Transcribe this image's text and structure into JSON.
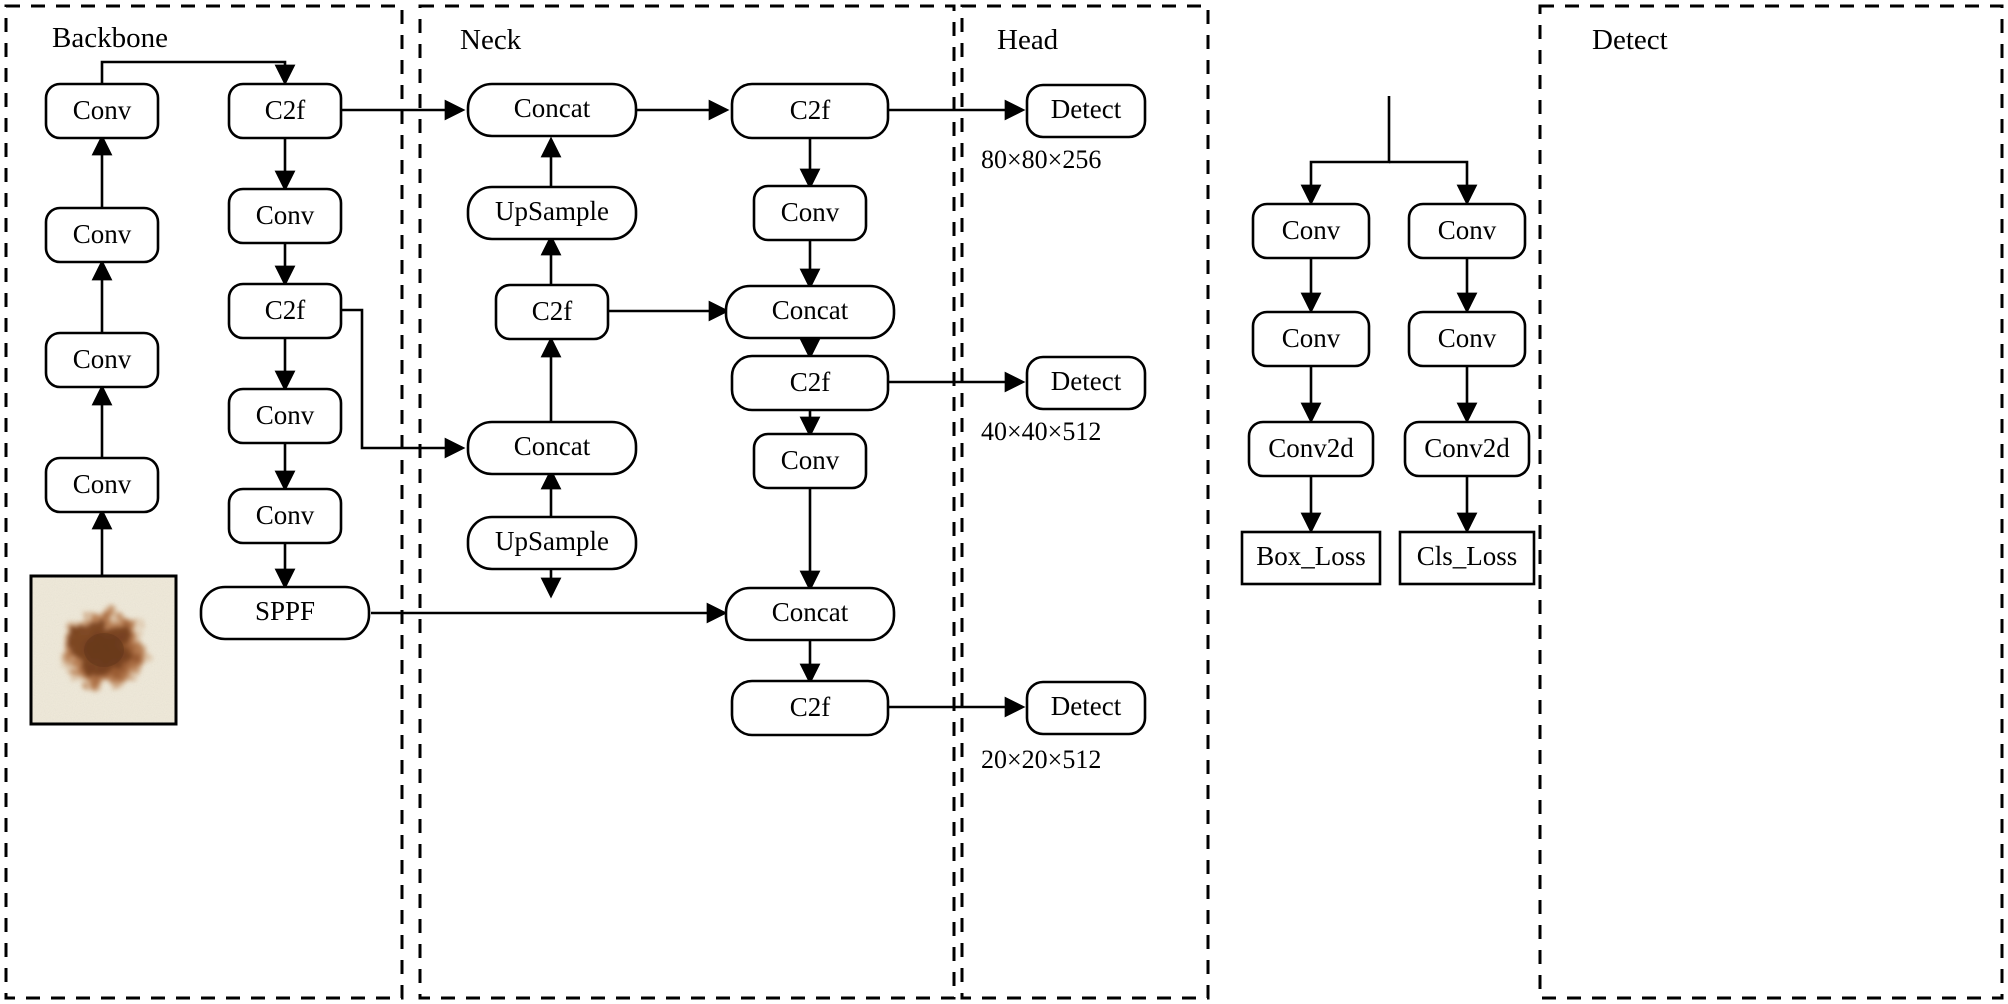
{
  "figure": {
    "kind": "neural-network-architecture-diagram",
    "panels": [
      {
        "id": "backbone",
        "title": "Backbone"
      },
      {
        "id": "neck",
        "title": "Neck"
      },
      {
        "id": "head",
        "title": "Head"
      },
      {
        "id": "detect",
        "title": "Detect"
      }
    ]
  },
  "backbone": {
    "title": "Backbone",
    "input_image": {
      "name": "dermoscopic-skin-lesion",
      "description": "brown pigmented skin lesion on pale skin",
      "skin_color": "#efe9d9",
      "lesion_color": "#8a4b2a"
    },
    "left_column": [
      {
        "label": "Conv",
        "shape": "rounded"
      },
      {
        "label": "Conv",
        "shape": "rounded"
      },
      {
        "label": "Conv",
        "shape": "rounded"
      },
      {
        "label": "Conv",
        "shape": "rounded"
      }
    ],
    "right_column": [
      {
        "label": "C2f",
        "shape": "rounded"
      },
      {
        "label": "Conv",
        "shape": "rounded"
      },
      {
        "label": "C2f",
        "shape": "rounded"
      },
      {
        "label": "Conv",
        "shape": "rounded"
      },
      {
        "label": "Conv",
        "shape": "rounded"
      },
      {
        "label": "SPPF",
        "shape": "rounded"
      }
    ]
  },
  "neck": {
    "title": "Neck",
    "left_column": [
      {
        "label": "Concat",
        "shape": "rounded"
      },
      {
        "label": "UpSample",
        "shape": "rounded"
      },
      {
        "label": "C2f",
        "shape": "rounded"
      },
      {
        "label": "Concat",
        "shape": "rounded"
      },
      {
        "label": "UpSample",
        "shape": "rounded"
      },
      {
        "label": "Concat",
        "shape": "rounded"
      }
    ],
    "right_column": [
      {
        "label": "C2f",
        "shape": "rounded"
      },
      {
        "label": "Conv",
        "shape": "rounded"
      },
      {
        "label": "Concat",
        "shape": "rounded"
      },
      {
        "label": "C2f",
        "shape": "rounded"
      },
      {
        "label": "Conv",
        "shape": "rounded"
      },
      {
        "label": "Concat",
        "shape": "rounded"
      },
      {
        "label": "C2f",
        "shape": "rounded"
      }
    ]
  },
  "head": {
    "title": "Head",
    "outputs": [
      {
        "label": "Detect",
        "dims": "80×80×256"
      },
      {
        "label": "Detect",
        "dims": "40×40×512"
      },
      {
        "label": "Detect",
        "dims": "20×20×512"
      }
    ]
  },
  "detect": {
    "title": "Detect",
    "branches": [
      {
        "name": "box-branch",
        "nodes": [
          {
            "label": "Conv",
            "shape": "rounded"
          },
          {
            "label": "Conv",
            "shape": "rounded"
          },
          {
            "label": "Conv2d",
            "shape": "rounded"
          },
          {
            "label": "Box_Loss",
            "shape": "square"
          }
        ]
      },
      {
        "name": "cls-branch",
        "nodes": [
          {
            "label": "Conv",
            "shape": "rounded"
          },
          {
            "label": "Conv",
            "shape": "rounded"
          },
          {
            "label": "Conv2d",
            "shape": "rounded"
          },
          {
            "label": "Cls_Loss",
            "shape": "square"
          }
        ]
      }
    ]
  },
  "colors": {
    "stroke": "#000000",
    "background": "#ffffff"
  }
}
